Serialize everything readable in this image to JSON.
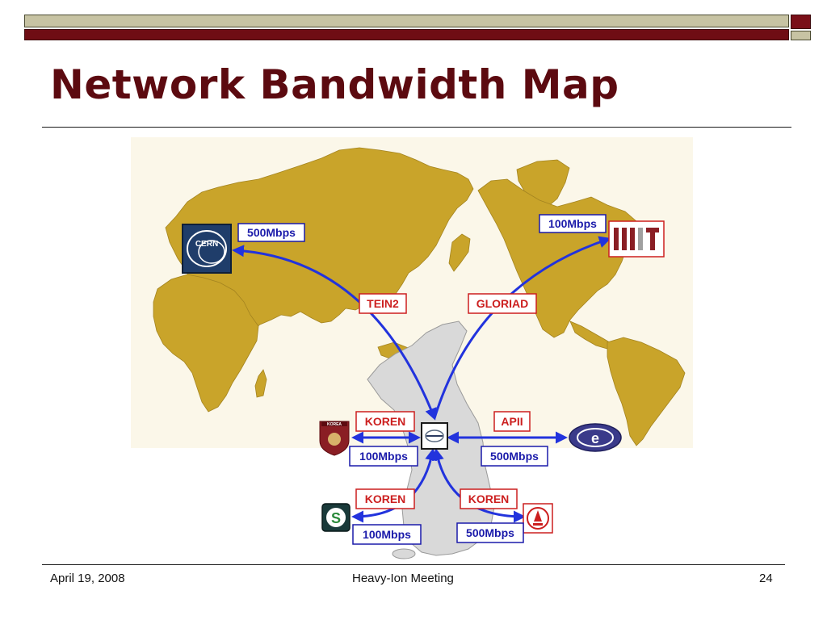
{
  "slide": {
    "title": "Network Bandwidth Map",
    "footer_date": "April 19, 2008",
    "footer_event": "Heavy-Ion Meeting",
    "footer_page": "24"
  },
  "colors": {
    "accent_dark_red": "#6f0d14",
    "accent_olive": "#c7c3a3",
    "map_land": "#c9a42a",
    "korea_land": "#d7d7d7",
    "link_blue": "#2233dd",
    "network_label_red": "#cc1f1f",
    "bandwidth_label_blue": "#1a1aaa"
  },
  "nodes": {
    "cern": "CERN",
    "mit": "MIT",
    "korea_univ": "KOREA",
    "center_hub": "hub-logo",
    "kisti": "S",
    "knu": "knu-logo",
    "kek": "e"
  },
  "links": {
    "cern_bandwidth": "500Mbps",
    "cern_network": "TEIN2",
    "mit_bandwidth": "100Mbps",
    "mit_network": "GLORIAD",
    "korea_univ_network": "KOREN",
    "korea_univ_bandwidth": "100Mbps",
    "japan_network": "APII",
    "japan_bandwidth": "500Mbps",
    "sw_network": "KOREN",
    "sw_bandwidth": "100Mbps",
    "se_network": "KOREN",
    "se_bandwidth": "500Mbps"
  }
}
